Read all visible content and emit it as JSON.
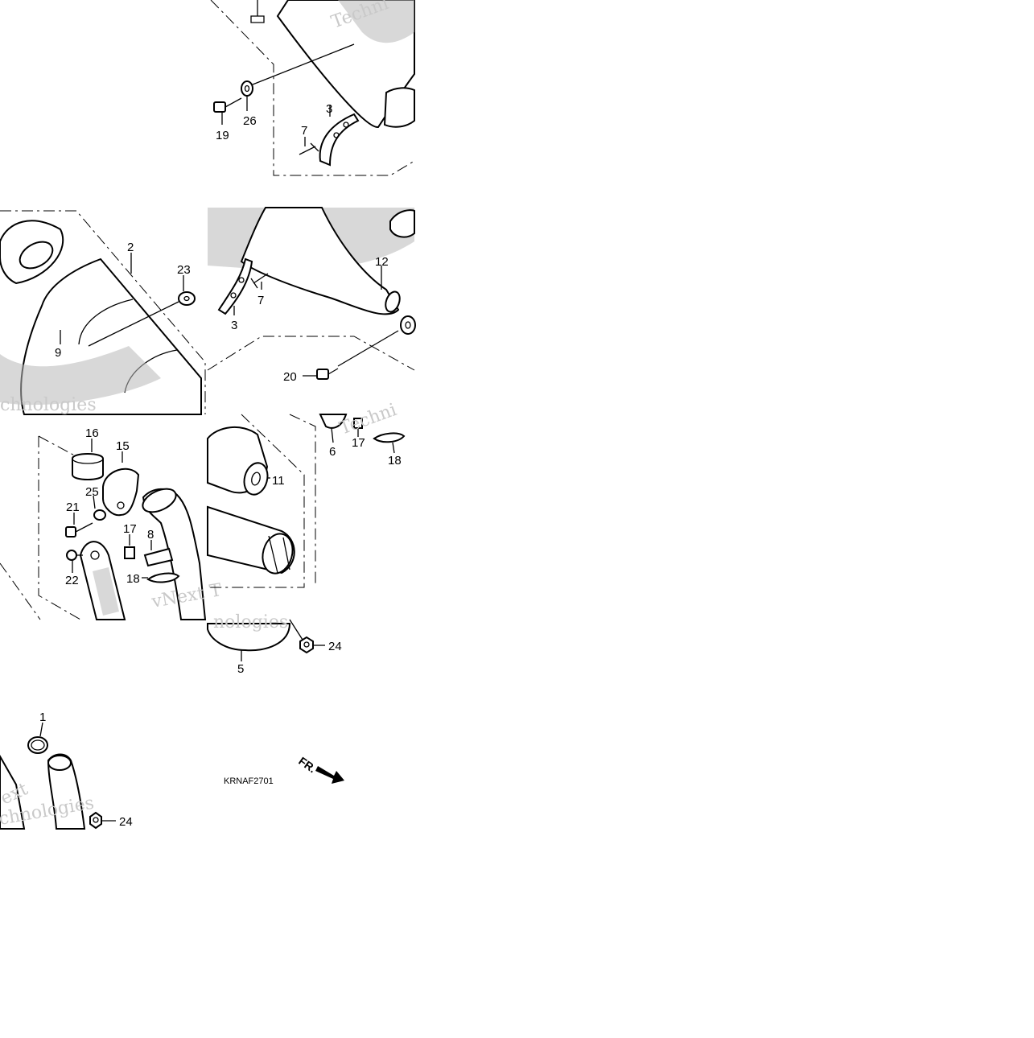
{
  "diagram": {
    "code": "KRNAF2701",
    "direction_label": "FR.",
    "labels": {
      "p1": "1",
      "p2": "2",
      "p3a": "3",
      "p3b": "3",
      "p5": "5",
      "p6": "6",
      "p7a": "7",
      "p7b": "7",
      "p8": "8",
      "p9": "9",
      "p11": "11",
      "p12": "12",
      "p15": "15",
      "p16": "16",
      "p17a": "17",
      "p17b": "17",
      "p18a": "18",
      "p18b": "18",
      "p19": "19",
      "p20": "20",
      "p21": "21",
      "p22": "22",
      "p23": "23",
      "p24a": "24",
      "p24b": "24",
      "p25": "25",
      "p26": "26"
    },
    "watermarks": [
      "Techni",
      "Techni",
      "vNext T",
      "nologies",
      "chnologies",
      "ext",
      "chnologies"
    ],
    "colors": {
      "line": "#000000",
      "background": "#ffffff",
      "watermark": "#c9c9c9"
    }
  }
}
